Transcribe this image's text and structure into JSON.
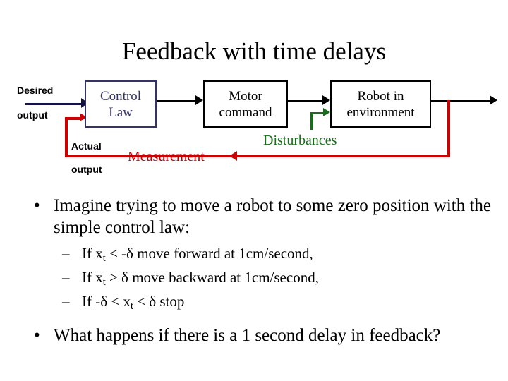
{
  "slide": {
    "title": "Feedback with time delays",
    "background_color": "#ffffff"
  },
  "diagram": {
    "boxes": [
      {
        "name": "control-law",
        "line1": "Control",
        "line2": "Law",
        "border_color": "#333366",
        "text_color": "#333366"
      },
      {
        "name": "motor-command",
        "line1": "Motor",
        "line2": "command",
        "border_color": "#000000",
        "text_color": "#000000"
      },
      {
        "name": "robot-environment",
        "line1": "Robot in",
        "line2": "environment",
        "border_color": "#000000",
        "text_color": "#000000"
      }
    ],
    "labels": {
      "desired": "Desired",
      "desired_output": "output",
      "actual": "Actual",
      "actual_output": "output",
      "measurement": "Measurement",
      "disturbances": "Disturbances"
    },
    "colors": {
      "input_arrow": "#111144",
      "feedback": "#D00000",
      "measurement_text": "#C00000",
      "disturbance": "#1C6B1C",
      "signal": "#000000"
    }
  },
  "body": {
    "bullets": [
      {
        "level": 1,
        "marker": "•",
        "text": "Imagine trying to move a robot to some zero position with the simple control law:"
      },
      {
        "level": 2,
        "marker": "–",
        "prefix": "If x",
        "sub": "t",
        "suffix": " < -δ move forward at 1cm/second,"
      },
      {
        "level": 2,
        "marker": "–",
        "prefix": "If x",
        "sub": "t",
        "suffix": " > δ move backward at 1cm/second,"
      },
      {
        "level": 2,
        "marker": "–",
        "prefix": "If -δ < x",
        "sub": "t",
        "suffix": " < δ stop"
      },
      {
        "level": 1,
        "marker": "•",
        "text": "What happens if there is a 1 second delay in feedback?"
      }
    ]
  }
}
